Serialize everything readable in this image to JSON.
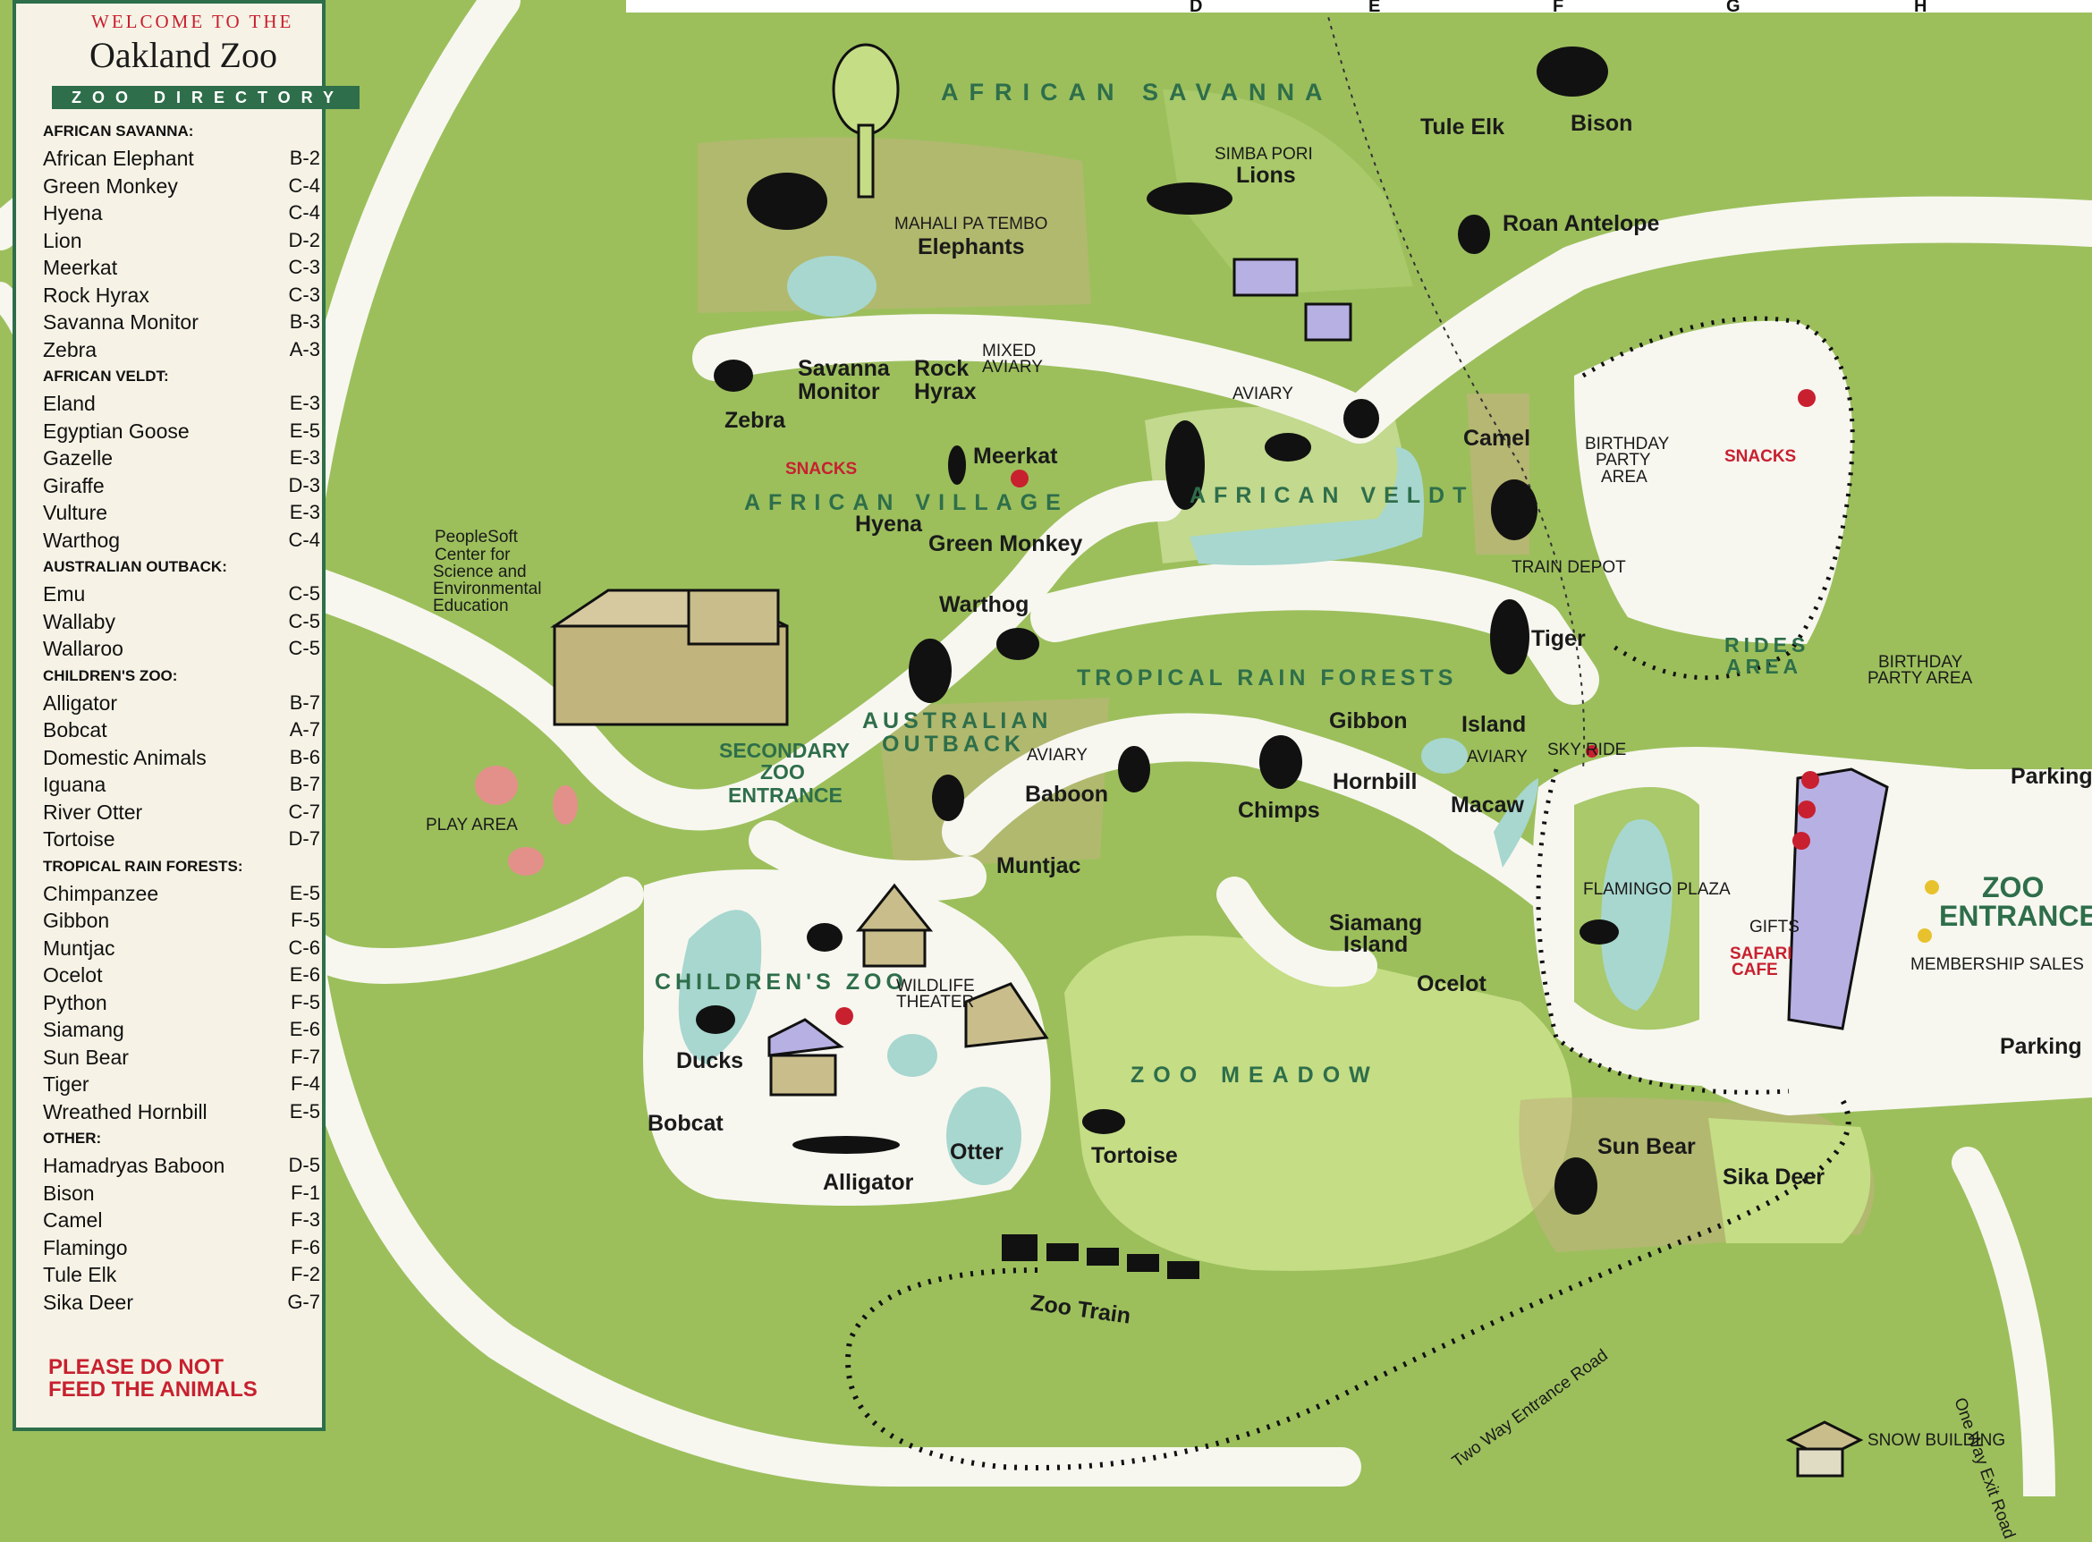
{
  "directory": {
    "welcome": "WELCOME TO THE",
    "title": "Oakland Zoo",
    "subtitle": "ZOO DIRECTORY",
    "sections": [
      {
        "name": "AFRICAN SAVANNA:",
        "items": [
          {
            "label": "African Elephant",
            "code": "B-2"
          },
          {
            "label": "Green Monkey",
            "code": "C-4"
          },
          {
            "label": "Hyena",
            "code": "C-4"
          },
          {
            "label": "Lion",
            "code": "D-2"
          },
          {
            "label": "Meerkat",
            "code": "C-3"
          },
          {
            "label": "Rock Hyrax",
            "code": "C-3"
          },
          {
            "label": "Savanna Monitor",
            "code": "B-3"
          },
          {
            "label": "Zebra",
            "code": "A-3"
          }
        ]
      },
      {
        "name": "AFRICAN VELDT:",
        "items": [
          {
            "label": "Eland",
            "code": "E-3"
          },
          {
            "label": "Egyptian Goose",
            "code": "E-5"
          },
          {
            "label": "Gazelle",
            "code": "E-3"
          },
          {
            "label": "Giraffe",
            "code": "D-3"
          },
          {
            "label": "Vulture",
            "code": "E-3"
          },
          {
            "label": "Warthog",
            "code": "C-4"
          }
        ]
      },
      {
        "name": "AUSTRALIAN OUTBACK:",
        "items": [
          {
            "label": "Emu",
            "code": "C-5"
          },
          {
            "label": "Wallaby",
            "code": "C-5"
          },
          {
            "label": "Wallaroo",
            "code": "C-5"
          }
        ]
      },
      {
        "name": "CHILDREN'S ZOO:",
        "items": [
          {
            "label": "Alligator",
            "code": "B-7"
          },
          {
            "label": "Bobcat",
            "code": "A-7"
          },
          {
            "label": "Domestic Animals",
            "code": "B-6"
          },
          {
            "label": "Iguana",
            "code": "B-7"
          },
          {
            "label": "River Otter",
            "code": "C-7"
          },
          {
            "label": "Tortoise",
            "code": "D-7"
          }
        ]
      },
      {
        "name": "TROPICAL RAIN FORESTS:",
        "items": [
          {
            "label": "Chimpanzee",
            "code": "E-5"
          },
          {
            "label": "Gibbon",
            "code": "F-5"
          },
          {
            "label": "Muntjac",
            "code": "C-6"
          },
          {
            "label": "Ocelot",
            "code": "E-6"
          },
          {
            "label": "Python",
            "code": "F-5"
          },
          {
            "label": "Siamang",
            "code": "E-6"
          },
          {
            "label": "Sun Bear",
            "code": "F-7"
          },
          {
            "label": "Tiger",
            "code": "F-4"
          },
          {
            "label": "Wreathed Hornbill",
            "code": "E-5"
          }
        ]
      },
      {
        "name": "OTHER:",
        "items": [
          {
            "label": "Hamadryas Baboon",
            "code": "D-5"
          },
          {
            "label": "Bison",
            "code": "F-1"
          },
          {
            "label": "Camel",
            "code": "F-3"
          },
          {
            "label": "Flamingo",
            "code": "F-6"
          },
          {
            "label": "Tule Elk",
            "code": "F-2"
          },
          {
            "label": "Sika Deer",
            "code": "G-7"
          }
        ]
      }
    ],
    "warning_line1": "PLEASE DO NOT",
    "warning_line2": "FEED THE ANIMALS"
  },
  "grid_letters": [
    "D",
    "E",
    "F",
    "G",
    "H"
  ],
  "zones": {
    "african_savanna": "AFRICAN SAVANNA",
    "african_village": "AFRICAN VILLAGE",
    "african_veldt": "AFRICAN VELDT",
    "tropical_rain_forests": "TROPICAL RAIN FORESTS",
    "australian_outback_1": "AUSTRALIAN",
    "australian_outback_2": "OUTBACK",
    "childrens_zoo": "CHILDREN'S ZOO",
    "zoo_meadow": "ZOO MEADOW",
    "rides_area_1": "RIDES",
    "rides_area_2": "AREA"
  },
  "labels": {
    "mahali_pa_tembo": "MAHALI PA TEMBO",
    "elephants": "Elephants",
    "simba_pori": "SIMBA PORI",
    "lions": "Lions",
    "tule_elk": "Tule Elk",
    "bison": "Bison",
    "roan_antelope": "Roan Antelope",
    "zebra": "Zebra",
    "savanna_monitor_1": "Savanna",
    "savanna_monitor_2": "Monitor",
    "rock_hyrax_1": "Rock",
    "rock_hyrax_2": "Hyrax",
    "mixed_aviary_1": "MIXED",
    "mixed_aviary_2": "AVIARY",
    "aviary_veldt": "AVIARY",
    "snacks_village": "SNACKS",
    "meerkat": "Meerkat",
    "hyena": "Hyena",
    "green_monkey": "Green Monkey",
    "camel": "Camel",
    "birthday_party_area_1": "BIRTHDAY",
    "birthday_party_area_2": "PARTY",
    "birthday_party_area_3": "AREA",
    "snacks_rides": "SNACKS",
    "train_depot": "TRAIN DEPOT",
    "tiger": "Tiger",
    "birthday_party_area_right_1": "BIRTHDAY",
    "birthday_party_area_right_2": "PARTY AREA",
    "peoplesoft_1": "PeopleSoft",
    "peoplesoft_2": "Center for",
    "peoplesoft_3": "Science and",
    "peoplesoft_4": "Environmental",
    "peoplesoft_5": "Education",
    "warthog": "Warthog",
    "gibbon": "Gibbon",
    "island": "Island",
    "aviary_rain": "AVIARY",
    "sky_ride": "SKY RIDE",
    "secondary_entrance_1": "SECONDARY",
    "secondary_entrance_2": "ZOO",
    "secondary_entrance_3": "ENTRANCE",
    "aviary_outback": "AVIARY",
    "baboon": "Baboon",
    "chimps": "Chimps",
    "hornbill": "Hornbill",
    "macaw": "Macaw",
    "play_area": "PLAY AREA",
    "muntjac": "Muntjac",
    "flamingo_plaza": "FLAMINGO PLAZA",
    "parking_top": "Parking",
    "zoo_entrance_1": "ZOO",
    "zoo_entrance_2": "ENTRANCE",
    "gifts": "GIFTS",
    "safari_cafe_1": "SAFARI",
    "safari_cafe_2": "CAFE",
    "membership_sales": "MEMBERSHIP SALES",
    "siamang_island_1": "Siamang",
    "siamang_island_2": "Island",
    "ocelot": "Ocelot",
    "wildlife_theater_1": "WILDLIFE",
    "wildlife_theater_2": "THEATER",
    "parking_bottom": "Parking",
    "ducks": "Ducks",
    "bobcat": "Bobcat",
    "otter": "Otter",
    "alligator": "Alligator",
    "tortoise": "Tortoise",
    "sun_bear": "Sun Bear",
    "sika_deer": "Sika Deer",
    "zoo_train": "Zoo Train",
    "one_way_exit_road": "One Way Exit Road",
    "two_way_entrance_road": "Two Way Entrance Road",
    "snow_building": "SNOW BUILDING"
  },
  "colors": {
    "grass": "#9cbf5c",
    "light_grass": "#c5dd85",
    "path": "#f7f7f0",
    "tan": "#c2b47d",
    "water": "#a7d7cf",
    "accent_green": "#2e6e4a",
    "accent_red": "#c8202f"
  }
}
